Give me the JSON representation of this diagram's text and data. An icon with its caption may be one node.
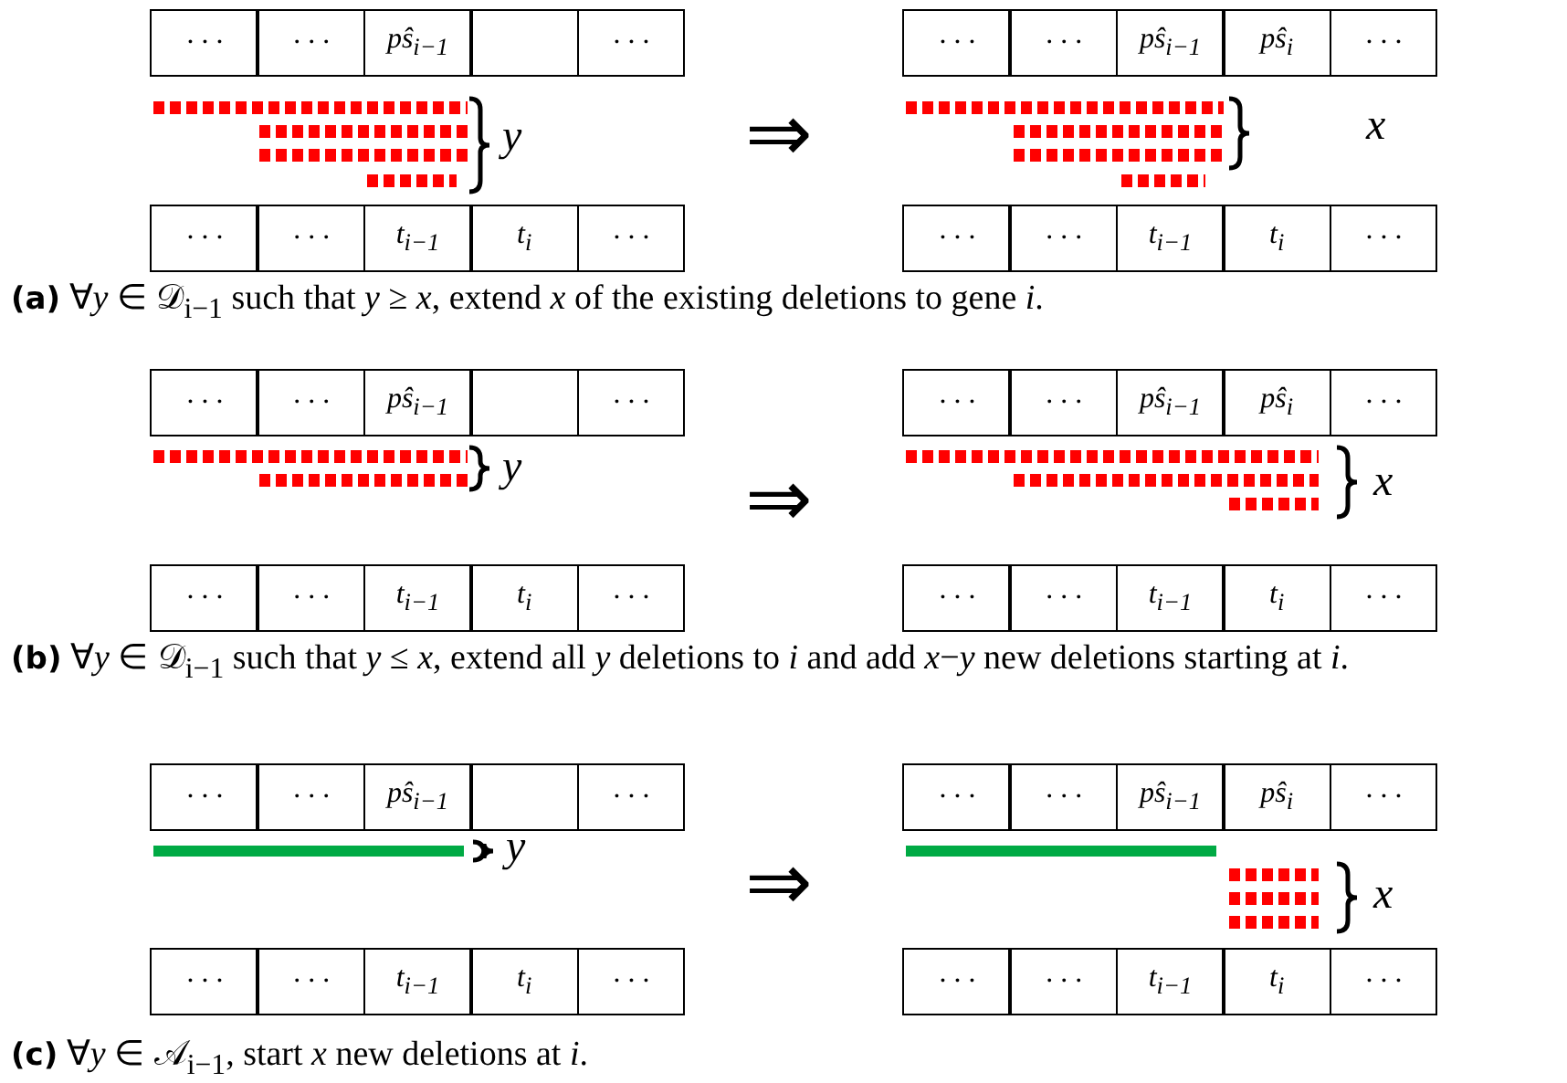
{
  "diagram": {
    "nodes": [
      {
        "text": [
          "· · ·"
        ]
      },
      {
        "text": [
          "· · ·"
        ]
      },
      {
        "text": [
          "pŝ$_{i−1}$"
        ]
      },
      {
        "text": [],
        "shape": "box"
      },
      {
        "text": [
          "· · ·"
        ]
      },
      {
        "text": [
          "· · ·"
        ]
      },
      {
        "text": [
          "· · ·"
        ]
      },
      {
        "text": [
          "pŝ$_{i−1}$"
        ]
      },
      {
        "text": [
          "pŝ$_{i}$"
        ]
      },
      {
        "text": [
          "· · ·"
        ]
      },
      {
        "text": [
          "· · ·"
        ]
      },
      {
        "text": [
          "· · ·"
        ]
      },
      {
        "text": [
          "t$_{i−1}$"
        ]
      },
      {
        "text": [
          "t$_{i}$"
        ]
      },
      {
        "text": [
          "· · ·"
        ]
      },
      {
        "text": [
          "· · ·"
        ]
      },
      {
        "text": [
          "· · ·"
        ]
      },
      {
        "text": [
          "t$_{i−1}$"
        ]
      },
      {
        "text": [
          "t$_{i}$"
        ]
      },
      {
        "text": [
          "· · ·"
        ]
      },
      {
        "text": [
          "· · ·"
        ]
      },
      {
        "text": [
          "· · ·"
        ]
      },
      {
        "text": [
          "pŝ$_{i−1}$"
        ]
      },
      {
        "text": [],
        "shape": "box"
      },
      {
        "text": [
          "· · ·"
        ]
      },
      {
        "text": [
          "· · ·"
        ]
      },
      {
        "text": [
          "· · ·"
        ]
      },
      {
        "text": [
          "pŝ$_{i−1}$"
        ]
      },
      {
        "text": [
          "pŝ$_{i}$"
        ]
      },
      {
        "text": [
          "· · ·"
        ]
      },
      {
        "text": [
          "· · ·"
        ]
      },
      {
        "text": [
          "· · ·"
        ]
      },
      {
        "text": [
          "t$_{i−1}$"
        ]
      },
      {
        "text": [
          "t$_{i}$"
        ]
      },
      {
        "text": [
          "· · ·"
        ]
      },
      {
        "text": [
          "· · ·"
        ]
      },
      {
        "text": [
          "· · ·"
        ]
      },
      {
        "text": [
          "t$_{i−1}$"
        ]
      },
      {
        "text": [
          "t$_{i}$"
        ]
      },
      {
        "text": [
          "· · ·"
        ]
      },
      {
        "text": [
          "· · ·"
        ]
      },
      {
        "text": [
          "· · ·"
        ]
      },
      {
        "text": [
          "pŝ$_{i−1}$"
        ]
      },
      {
        "text": [],
        "shape": "box"
      },
      {
        "text": [
          "· · ·"
        ]
      },
      {
        "text": [
          "· · ·"
        ]
      },
      {
        "text": [
          "· · ·"
        ]
      },
      {
        "text": [
          "pŝ$_{i−1}$"
        ]
      },
      {
        "text": [
          "pŝ$_{i}$"
        ]
      },
      {
        "text": [
          "· · ·"
        ]
      },
      {
        "text": [
          "· · ·"
        ]
      },
      {
        "text": [
          "· · ·"
        ]
      },
      {
        "text": [
          "t$_{i−1}$"
        ]
      },
      {
        "text": [
          "t$_{i}$"
        ]
      },
      {
        "text": [
          "· · ·"
        ]
      },
      {
        "text": [
          "· · ·"
        ]
      },
      {
        "text": [
          "· · ·"
        ]
      },
      {
        "text": [
          "t$_{i−1}$"
        ]
      },
      {
        "text": [
          "t$_{i}$"
        ]
      },
      {
        "text": [
          "· · ·"
        ]
      }
    ],
    "labels": [
      "y",
      "⇒",
      "x",
      "**(a)** ∀*y* ∈ 𝒟$_{i−1}$ such that *y* ≥ *x*, extend *x* of the existing deletions to gene *i*.",
      "y",
      "⇒",
      "x",
      "**(b)** ∀*y* ∈ 𝒟$_{i−1}$ such that *y* ≤ *x*, extend all *y* deletions to *i* and add *x*−*y* new deletions starting at *i*.",
      "y",
      "⇒",
      "x",
      "**(c)** ∀*y* ∈ 𝒜$_{i−1}$, start *x* new deletions at *i*."
    ]
  }
}
